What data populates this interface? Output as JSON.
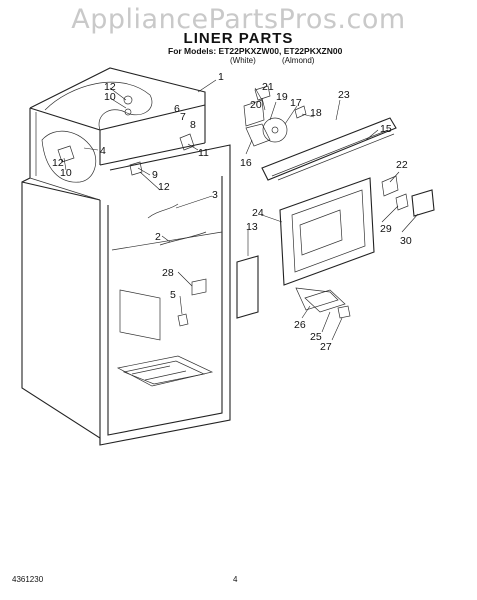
{
  "watermark": "AppliancePartsPros.com",
  "header": {
    "title": "LINER PARTS",
    "models_line": "For Models: ET22PKXZW00, ET22PKXZN00",
    "white_label": "(White)",
    "almond_label": "(Almond)"
  },
  "callouts": [
    "1",
    "2",
    "3",
    "4",
    "5",
    "6",
    "7",
    "8",
    "9",
    "10",
    "10",
    "11",
    "12",
    "12",
    "12",
    "13",
    "15",
    "16",
    "17",
    "18",
    "19",
    "20",
    "21",
    "22",
    "23",
    "24",
    "25",
    "26",
    "27",
    "28",
    "29",
    "30"
  ],
  "footer": {
    "doc_number": "4361230",
    "page_number": "4"
  }
}
